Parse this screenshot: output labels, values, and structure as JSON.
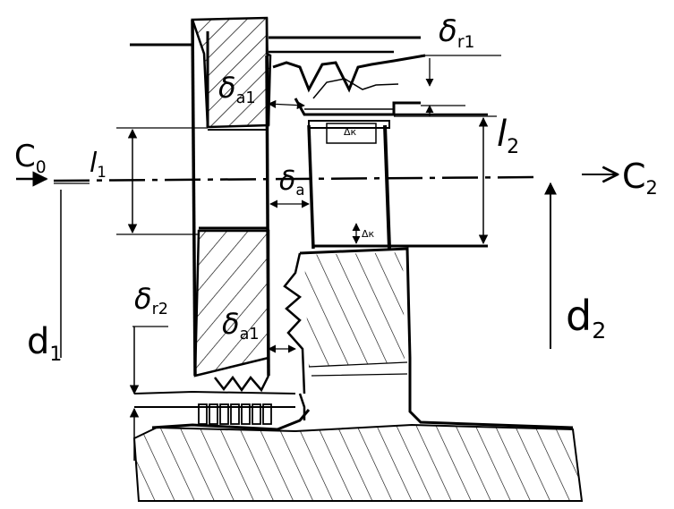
{
  "labels": {
    "c0": "C",
    "c0_sub": "0",
    "c2": "C",
    "c2_sub": "2",
    "l1": "l",
    "l1_sub": "1",
    "l2": "l",
    "l2_sub": "2",
    "d1": "d",
    "d1_sub": "1",
    "d2": "d",
    "d2_sub": "2",
    "delta_r1": "δ",
    "delta_r1_sub": "r1",
    "delta_r2": "δ",
    "delta_r2_sub": "r2",
    "delta_a_upper": "δ",
    "delta_a_upper_sub": "a1",
    "delta_a_mid": "δ",
    "delta_a_mid_sub": "a",
    "delta_a_lower": "δ",
    "delta_a_lower_sub": "a1",
    "delta_k_top": "Δк",
    "delta_k_bottom": "Δк"
  },
  "colors": {
    "ink": "#000000",
    "paper": "#ffffff"
  }
}
